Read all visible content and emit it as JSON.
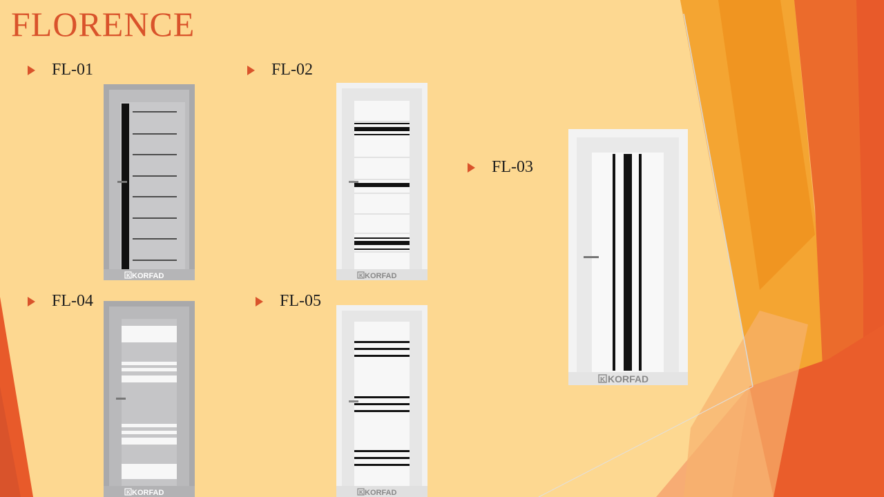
{
  "slide": {
    "title": "FLORENCE",
    "brand_color": "#d9532b",
    "background_color": "#fdd891"
  },
  "products": [
    {
      "code": "FL-01",
      "brand": "KORFAD",
      "finish": "grey",
      "style": "vertical-black-strip"
    },
    {
      "code": "FL-02",
      "brand": "KORFAD",
      "finish": "white",
      "style": "three-black-band-pairs"
    },
    {
      "code": "FL-03",
      "brand": "KORFAD",
      "finish": "white",
      "style": "double-vertical-black-strips"
    },
    {
      "code": "FL-04",
      "brand": "KORFAD",
      "finish": "grey",
      "style": "frosted-white-bands"
    },
    {
      "code": "FL-05",
      "brand": "KORFAD",
      "finish": "white",
      "style": "three-black-line-groups"
    }
  ],
  "icons": {
    "bullet": "triangle-bullet-icon",
    "brand_logo": "k-logo-icon"
  }
}
